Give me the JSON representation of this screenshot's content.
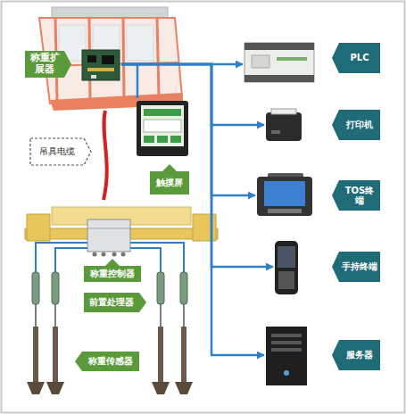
{
  "diagram": {
    "nodes": [
      {
        "text": [
          "称重扩展器"
        ]
      },
      {
        "text": [
          "吊具电缆"
        ]
      },
      {
        "text": [
          "触摸屏"
        ]
      },
      {
        "text": [
          "称重控制器"
        ]
      },
      {
        "text": [
          "前置处理器"
        ]
      },
      {
        "text": [
          "称重传感器"
        ]
      },
      {
        "text": [
          "PLC"
        ]
      },
      {
        "text": [
          "打印机"
        ]
      },
      {
        "text": [
          "TOS终端"
        ]
      },
      {
        "text": [
          "手持终端"
        ]
      },
      {
        "text": [
          "服务器"
        ]
      }
    ],
    "edges": [
      {
        "from": 0,
        "to": 2,
        "arrow": "none"
      },
      {
        "from": 0,
        "to": 6,
        "arrow": "to"
      },
      {
        "from": 0,
        "to": 7,
        "arrow": "to"
      },
      {
        "from": 0,
        "to": 8,
        "arrow": "to"
      },
      {
        "from": 0,
        "to": 9,
        "arrow": "to"
      },
      {
        "from": 0,
        "to": 10,
        "arrow": "to"
      }
    ]
  }
}
